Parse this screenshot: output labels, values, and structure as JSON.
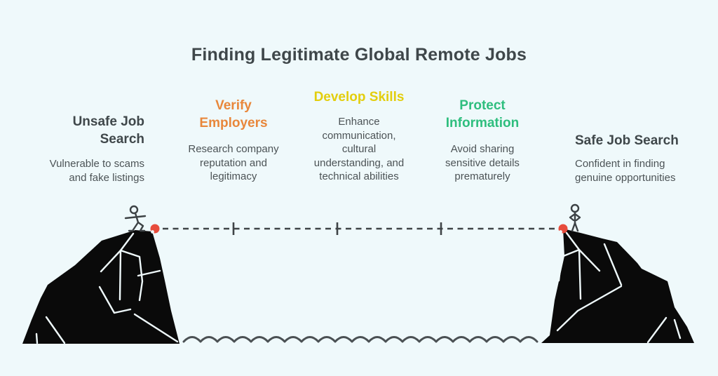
{
  "title": "Finding Legitimate Global Remote Jobs",
  "columns": [
    {
      "id": "unsafe",
      "heading": "Unsafe Job\nSearch",
      "body": "Vulnerable to scams\nand fake listings"
    },
    {
      "id": "verify",
      "heading": "Verify\nEmployers",
      "body": "Research company\nreputation and\nlegitimacy"
    },
    {
      "id": "develop",
      "heading": "Develop Skills",
      "body": "Enhance\ncommunication,\ncultural\nunderstanding, and\ntechnical abilities"
    },
    {
      "id": "protect",
      "heading": "Protect\nInformation",
      "body": "Avoid sharing\nsensitive details\nprematurely"
    },
    {
      "id": "safe",
      "heading": "Safe Job Search",
      "body": "Confident in finding\ngenuine opportunities"
    }
  ],
  "colors": {
    "background": "#EFF9FB",
    "heading_dark": "#3F474A",
    "body_text": "#4C5356",
    "accent_orange": "#E8873B",
    "accent_yellow": "#E3CE0E",
    "accent_green": "#2EBE7E",
    "accent_red": "#E74C3C",
    "silhouette": "#0A0A0A",
    "line_gray": "#3F4447"
  },
  "illustration": {
    "left_cliff": "cliff-silhouette",
    "right_cliff": "cliff-silhouette",
    "left_figure": "stick-figure-walking",
    "right_figure": "stick-figure-standing",
    "connector": "dashed-journey-line-with-ticks",
    "endpoints": "red-dot-markers",
    "water": "wavy-water-line"
  }
}
